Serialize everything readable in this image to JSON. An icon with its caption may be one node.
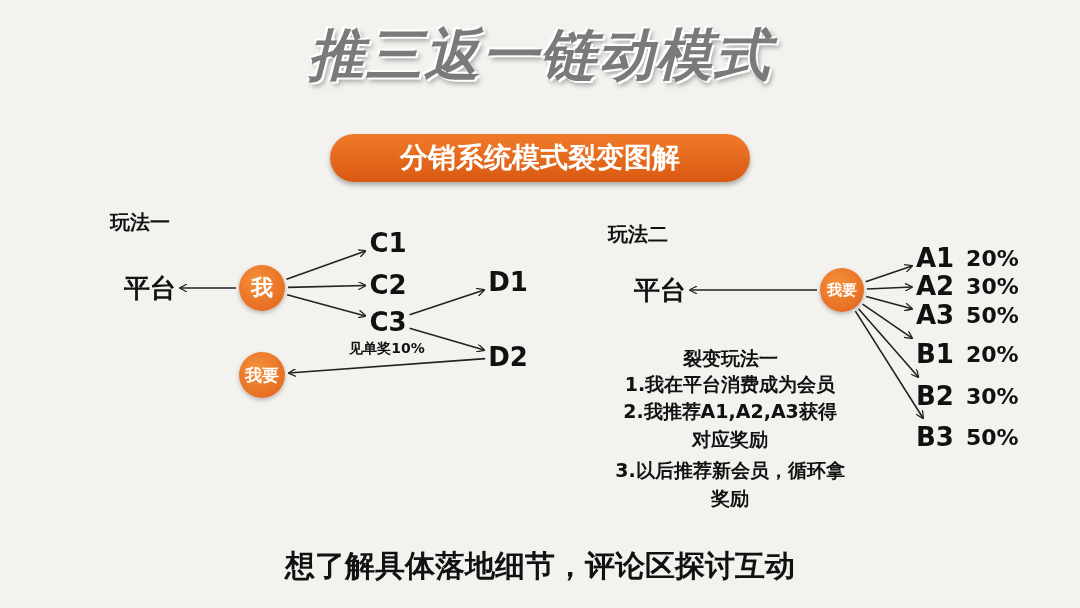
{
  "diagram": {
    "title": "推三返一链动模式",
    "caption": "想了解具体落地细节，评论区探讨互动",
    "nodes": [
      {
        "text": [
          "平台"
        ]
      },
      {
        "text": [
          "我"
        ]
      },
      {
        "text": [
          "C1"
        ]
      },
      {
        "text": [
          "C2"
        ]
      },
      {
        "text": [
          "C3"
        ]
      },
      {
        "text": [
          "D1"
        ]
      },
      {
        "text": [
          "D2"
        ]
      },
      {
        "text": [
          "我要"
        ]
      },
      {
        "text": [
          "平台"
        ]
      },
      {
        "text": [
          "我要"
        ]
      },
      {
        "text": [
          "A1"
        ],
        "beside": [
          "20%"
        ]
      },
      {
        "text": [
          "A2"
        ],
        "beside": [
          "30%"
        ]
      },
      {
        "text": [
          "A3"
        ],
        "beside": [
          "50%"
        ]
      },
      {
        "text": [
          "B1"
        ],
        "beside": [
          "20%"
        ]
      },
      {
        "text": [
          "B2"
        ],
        "beside": [
          "30%"
        ]
      },
      {
        "text": [
          "B3"
        ],
        "beside": [
          "50%"
        ]
      }
    ],
    "edges": [
      {
        "from": 1,
        "to": 0,
        "arrow": "to"
      },
      {
        "from": 1,
        "to": 2,
        "arrow": "to"
      },
      {
        "from": 1,
        "to": 3,
        "arrow": "to"
      },
      {
        "from": 1,
        "to": 4,
        "arrow": "to"
      },
      {
        "from": 4,
        "to": 5,
        "arrow": "to"
      },
      {
        "from": 4,
        "to": 6,
        "arrow": "to"
      },
      {
        "from": 6,
        "to": 7,
        "arrow": "to",
        "label": "见单奖10%"
      },
      {
        "from": 9,
        "to": 8,
        "arrow": "to"
      },
      {
        "from": 9,
        "to": 10,
        "arrow": "to"
      },
      {
        "from": 9,
        "to": 11,
        "arrow": "to"
      },
      {
        "from": 9,
        "to": 12,
        "arrow": "to"
      },
      {
        "from": 9,
        "to": 13,
        "arrow": "to"
      },
      {
        "from": 9,
        "to": 14,
        "arrow": "to"
      },
      {
        "from": 9,
        "to": 15,
        "arrow": "to"
      }
    ],
    "labels": [
      "分销系统模式裂变图解",
      "玩法一",
      "玩法二",
      "裂变玩法一",
      "1.我在平台消费成为会员",
      "2.我推荐A1,A2,A3获得对应奖励",
      "3.以后推荐新会员，循环拿奖励"
    ]
  }
}
